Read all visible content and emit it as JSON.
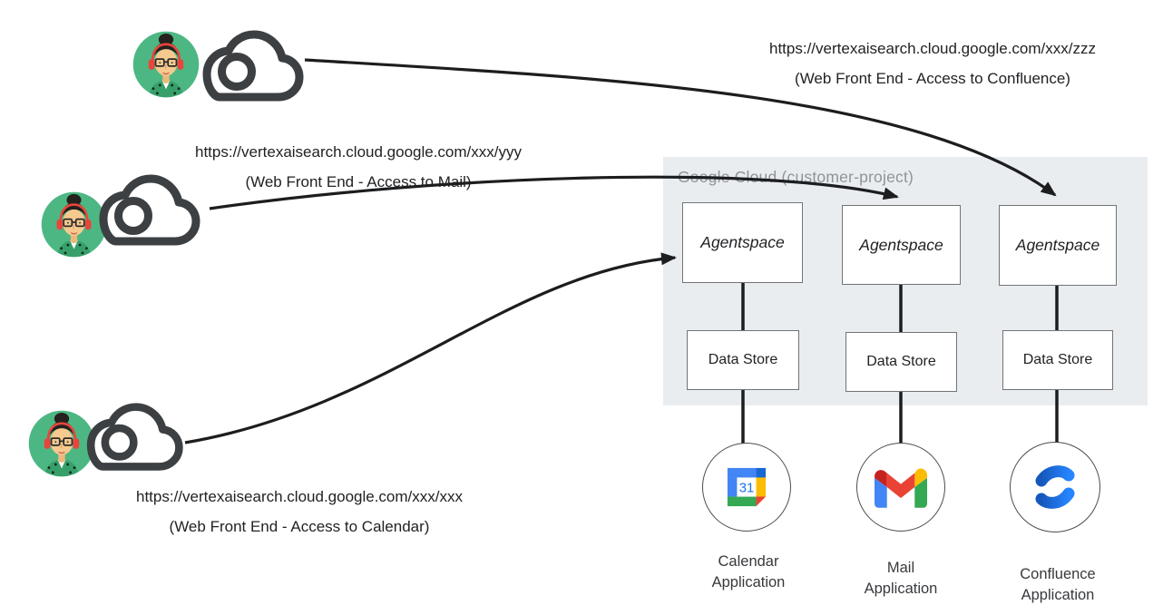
{
  "diagram": {
    "title": {
      "text": "Google Cloud (customer-project)"
    },
    "columns": [
      {
        "agent": "Agentspace",
        "datastore": "Data Store",
        "app_line1": "Calendar",
        "app_line2": "Application",
        "icon": "google-calendar-icon"
      },
      {
        "agent": "Agentspace",
        "datastore": "Data Store",
        "app_line1": "Mail",
        "app_line2": "Application",
        "icon": "gmail-icon"
      },
      {
        "agent": "Agentspace",
        "datastore": "Data Store",
        "app_line1": "Confluence",
        "app_line2": "Application",
        "icon": "confluence-icon"
      }
    ],
    "endpoints": [
      {
        "url": "https://vertexaisearch.cloud.google.com/xxx/zzz",
        "caption": "(Web Front End - Access to Confluence)"
      },
      {
        "url": "https://vertexaisearch.cloud.google.com/xxx/yyy",
        "caption": "(Web Front End - Access to Mail)"
      },
      {
        "url": "https://vertexaisearch.cloud.google.com/xxx/xxx",
        "caption": "(Web Front End - Access to Calendar)"
      }
    ],
    "icons": {
      "calendar_day": "31"
    },
    "colors": {
      "canvas_bg": "#ffffff",
      "cloud_box_bg": "#eaedf0",
      "cloud_box_title": "#8f9499",
      "node_border": "#6f7478",
      "arrow": "#1b1d1f",
      "avatar_green": "#4db783",
      "cloud_glyph": "#3c4043",
      "calendar_blue": "#4285F4",
      "calendar_dark_blue": "#1967D2",
      "calendar_yellow": "#FBBC04",
      "calendar_green": "#34A853",
      "calendar_red": "#EA4335",
      "gmail_red": "#EA4335",
      "confluence_blue": "#1868DB"
    }
  }
}
